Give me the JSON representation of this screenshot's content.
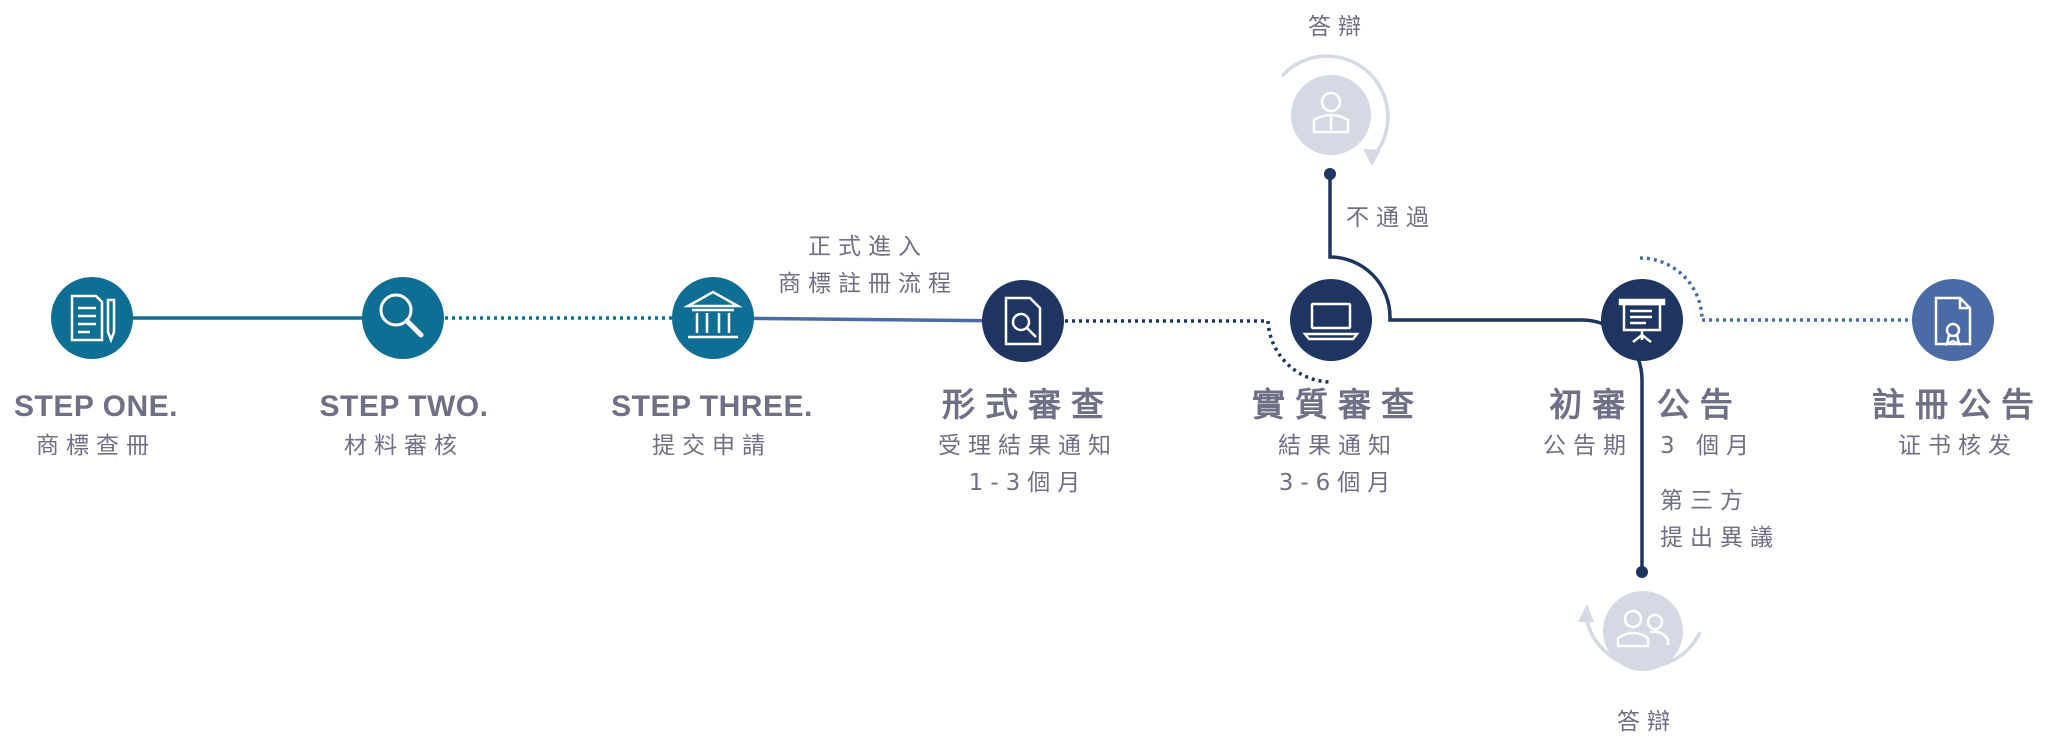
{
  "steps": [
    {
      "title": "STEP ONE.",
      "sub": "商標查冊",
      "icon": "document-pen-icon",
      "color": "#0e6e93"
    },
    {
      "title": "STEP TWO.",
      "sub": "材料審核",
      "icon": "search-icon",
      "color": "#0e6e93"
    },
    {
      "title": "STEP THREE.",
      "sub": "提交申請",
      "icon": "bank-icon",
      "color": "#0e6e93"
    },
    {
      "title": "形式審查",
      "sub": "受理結果通知",
      "sub2": "1-3個月",
      "icon": "document-search-icon",
      "color": "#1e3461"
    },
    {
      "title": "實質審查",
      "sub": "結果通知",
      "sub2": "3-6個月",
      "icon": "laptop-icon",
      "color": "#1e3461"
    },
    {
      "title": "初審 公告",
      "sub": "公告期",
      "sub_right": "3 個月",
      "icon": "presentation-board-icon",
      "color": "#1e3461"
    },
    {
      "title": "註冊公告",
      "sub": "证书核发",
      "icon": "certificate-icon",
      "color": "#4a6ba6"
    }
  ],
  "notes": {
    "formal_entry_line1": "正式進入",
    "formal_entry_line2": "商標註冊流程",
    "fail": "不通過",
    "defense_top": "答辯",
    "third_party_line1": "第三方",
    "third_party_line2": "提出異議",
    "defense_bottom": "答辯"
  },
  "icons": {
    "defense_top": "person-icon",
    "defense_bottom": "group-icon"
  }
}
